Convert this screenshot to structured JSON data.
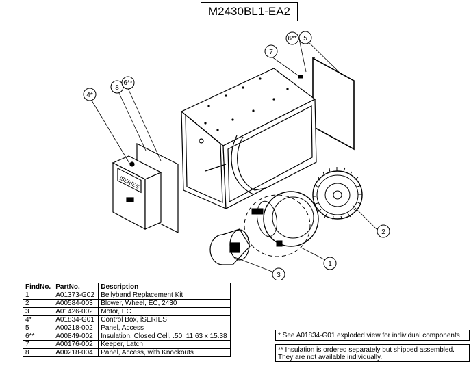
{
  "title": "M2430BL1-EA2",
  "table": {
    "headers": [
      "FindNo.",
      "PartNo.",
      "Description"
    ],
    "rows": [
      [
        "1",
        "A01373-G02",
        "Bellyband Replacement Kit"
      ],
      [
        "2",
        "A00584-003",
        "Blower, Wheel, EC, 2430"
      ],
      [
        "3",
        "A01426-002",
        "Motor, EC"
      ],
      [
        "4*",
        "A01834-G01",
        "Control Box, iSERIES"
      ],
      [
        "5",
        "A00218-002",
        "Panel, Access"
      ],
      [
        "6**",
        "A00849-002",
        "Insulation, Closed Cell, .50, 11.63 x 15.38"
      ],
      [
        "7",
        "A00176-002",
        "Keeper, Latch"
      ],
      [
        "8",
        "A00218-004",
        "Panel, Access, with Knockouts"
      ]
    ]
  },
  "notes": {
    "note1": "* See A01834-G01 exploded view for individual components",
    "note2": "** Insulation is ordered separately but shipped assembled. They are not available individually."
  },
  "balloons": {
    "b1": "1",
    "b2": "2",
    "b3": "3",
    "b4": "4*",
    "b5": "5",
    "b6a": "6**",
    "b6b": "6**",
    "b7": "7",
    "b8": "8"
  },
  "control_box_label": "iSERIES"
}
